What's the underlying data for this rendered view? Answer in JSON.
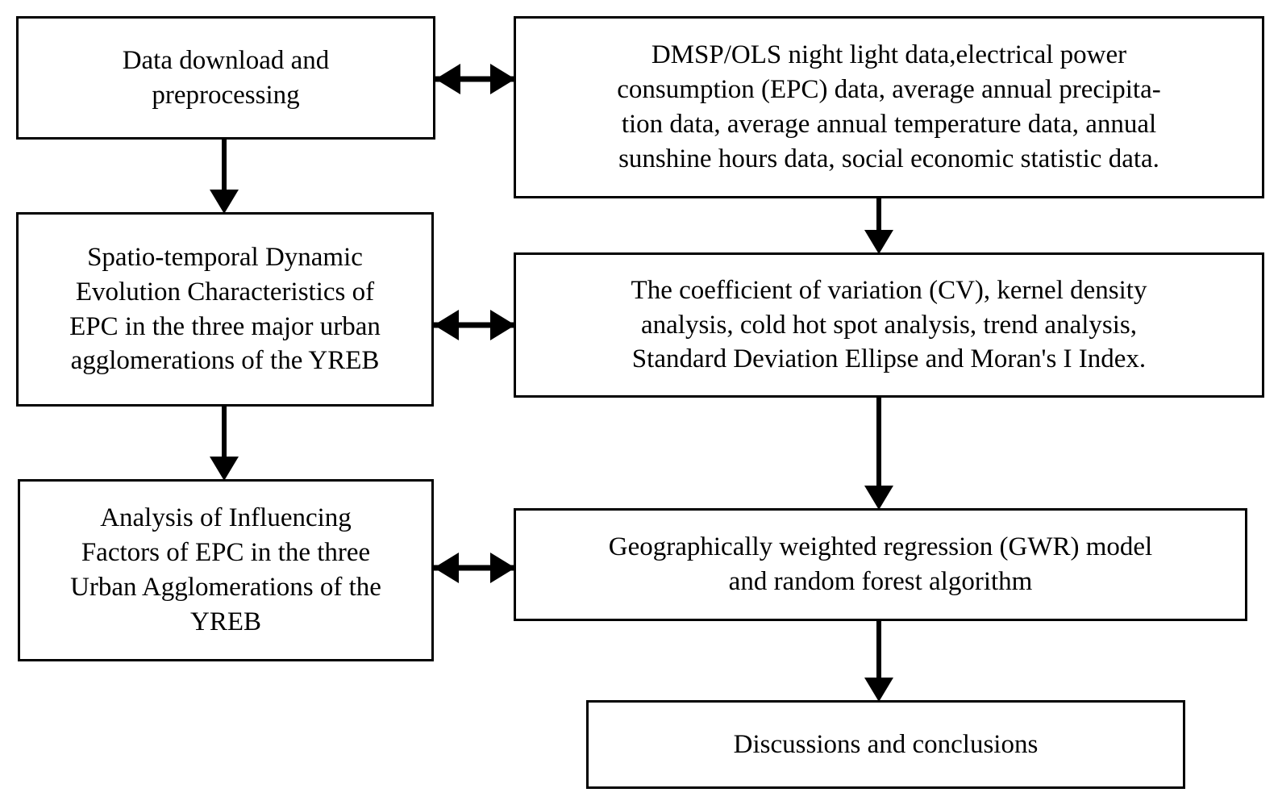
{
  "diagram": {
    "title": "Research framework flowchart",
    "background_color": "#ffffff",
    "stroke_color": "#000000",
    "nodes": {
      "data_download": {
        "id": "data-download",
        "lines": [
          "Data download and",
          "preprocessing"
        ]
      },
      "data_sources": {
        "id": "data-sources",
        "lines": [
          "DMSP/OLS night light data,electrical power",
          "consumption (EPC) data, average annual precipita-",
          "tion data, average annual temperature data, annual",
          "sunshine hours data, social economic statistic data."
        ]
      },
      "spatiotemporal": {
        "id": "spatiotemporal",
        "lines": [
          "Spatio-temporal Dynamic",
          "Evolution Characteristics of",
          "EPC in the three major urban",
          "agglomerations of the YREB"
        ]
      },
      "methods": {
        "id": "methods",
        "lines": [
          "The coefficient of variation (CV), kernel density",
          "analysis, cold hot spot analysis, trend analysis,",
          "Standard Deviation Ellipse and Moran's I Index."
        ]
      },
      "influencing_factors": {
        "id": "influencing-factors",
        "lines": [
          "Analysis of Influencing",
          "Factors of EPC in the three",
          "Urban Agglomerations of the",
          "YREB"
        ]
      },
      "models": {
        "id": "models",
        "lines": [
          "Geographically weighted regression (GWR) model",
          "and random forest algorithm"
        ]
      },
      "conclusions": {
        "id": "conclusions",
        "lines": [
          "Discussions and conclusions"
        ]
      }
    },
    "connectors": [
      {
        "id": "download-to-sources",
        "from": "data_download",
        "to": "data_sources",
        "style": "double-arrow-horizontal"
      },
      {
        "id": "spatio-to-methods",
        "from": "spatiotemporal",
        "to": "methods",
        "style": "double-arrow-horizontal"
      },
      {
        "id": "influencing-to-models",
        "from": "influencing_factors",
        "to": "models",
        "style": "double-arrow-horizontal"
      },
      {
        "id": "download-to-spatio",
        "from": "data_download",
        "to": "spatiotemporal",
        "style": "arrow-down"
      },
      {
        "id": "spatio-to-influencing",
        "from": "spatiotemporal",
        "to": "influencing_factors",
        "style": "arrow-down"
      },
      {
        "id": "sources-to-methods",
        "from": "data_sources",
        "to": "methods",
        "style": "arrow-down"
      },
      {
        "id": "methods-to-models",
        "from": "methods",
        "to": "models",
        "style": "arrow-down"
      },
      {
        "id": "models-to-conclusions",
        "from": "models",
        "to": "conclusions",
        "style": "arrow-down"
      }
    ]
  }
}
